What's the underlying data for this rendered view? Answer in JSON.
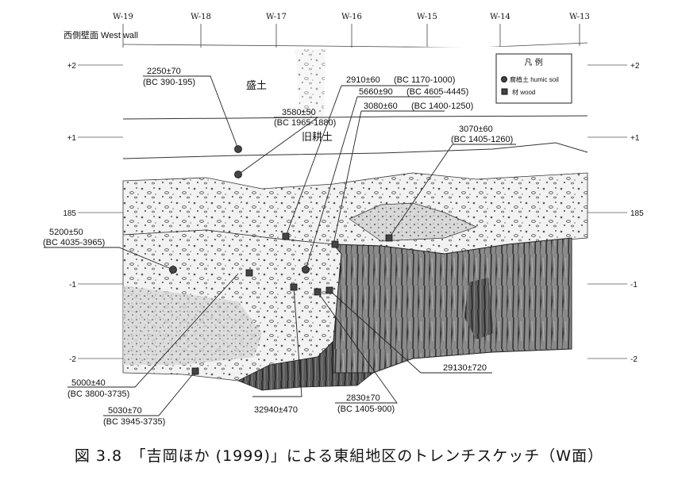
{
  "wall_label": "西側壁面 West wall",
  "grid_labels": [
    "W-19",
    "W-18",
    "W-17",
    "W-16",
    "W-15",
    "W-14",
    "W-13"
  ],
  "elev_left": [
    "+2",
    "+1",
    "185",
    "-1",
    "-2"
  ],
  "elev_right": [
    "+2",
    "+1",
    "185",
    "-1",
    "-2"
  ],
  "layers": {
    "fill": "盛土",
    "old_tilled": "旧耕土"
  },
  "legend": {
    "title": "凡 例",
    "humic": "腐植土 humic soil",
    "wood": "材 wood"
  },
  "dates": [
    {
      "id": "d2250",
      "age": "2250±70",
      "cal": "(BC 390-195)"
    },
    {
      "id": "d3580",
      "age": "3580±50",
      "cal": "(BC 1965-1880)"
    },
    {
      "id": "d2910",
      "age": "2910±60",
      "cal": "(BC 1170-1000)"
    },
    {
      "id": "d5660",
      "age": "5660±90",
      "cal": "(BC 4605-4445)"
    },
    {
      "id": "d3080",
      "age": "3080±60",
      "cal": "(BC 1400-1250)"
    },
    {
      "id": "d3070",
      "age": "3070±60",
      "cal": "(BC 1405-1260)"
    },
    {
      "id": "d5200",
      "age": "5200±50",
      "cal": "(BC 4035-3965)"
    },
    {
      "id": "d5000",
      "age": "5000±40",
      "cal": "(BC 3800-3735)"
    },
    {
      "id": "d5030",
      "age": "5030±70",
      "cal": "(BC 3945-3735)"
    },
    {
      "id": "d32940",
      "age": "32940±470",
      "cal": ""
    },
    {
      "id": "d2830",
      "age": "2830±70",
      "cal": "(BC 1405-900)"
    },
    {
      "id": "d29130",
      "age": "29130±720",
      "cal": ""
    }
  ],
  "caption": "図 3.8　「吉岡ほか (1999)」による東組地区のトレンチスケッチ（W面）"
}
